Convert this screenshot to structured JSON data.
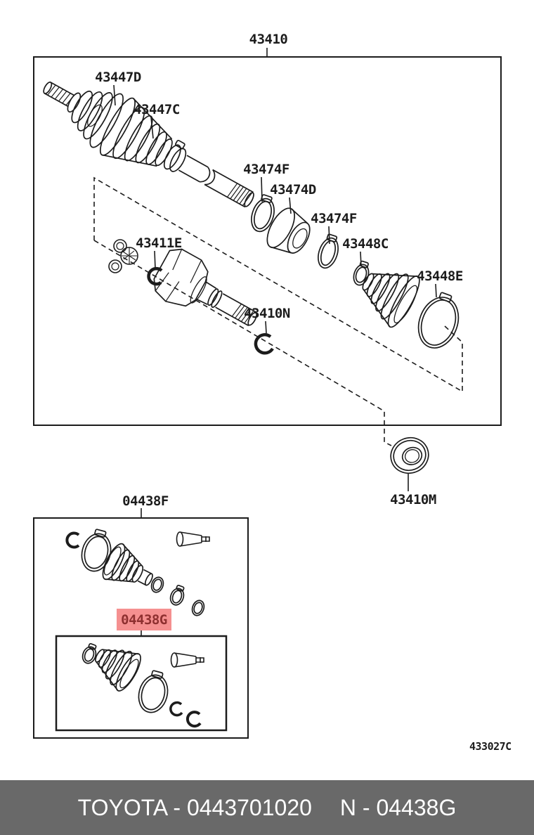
{
  "diagram": {
    "title_part": "43410",
    "main_box_parts": {
      "p43447d": "43447D",
      "p43447c": "43447C",
      "p43474f_1": "43474F",
      "p43474d": "43474D",
      "p43474f_2": "43474F",
      "p43448c": "43448C",
      "p43448e": "43448E",
      "p43411e": "43411E",
      "p43410n": "43410N"
    },
    "oil_seal": "43410M",
    "boot_kit": {
      "outer_label": "04438F",
      "inner_label": "04438G"
    },
    "drawing_number": "433027C"
  },
  "highlight": {
    "background": "#f59090",
    "text_color": "#8e3030"
  },
  "footer": {
    "left_text": "TOYOTA - 0443701020",
    "right_text": "N - 04438G",
    "bar_color": "#696969",
    "text_color": "#ffffff"
  }
}
